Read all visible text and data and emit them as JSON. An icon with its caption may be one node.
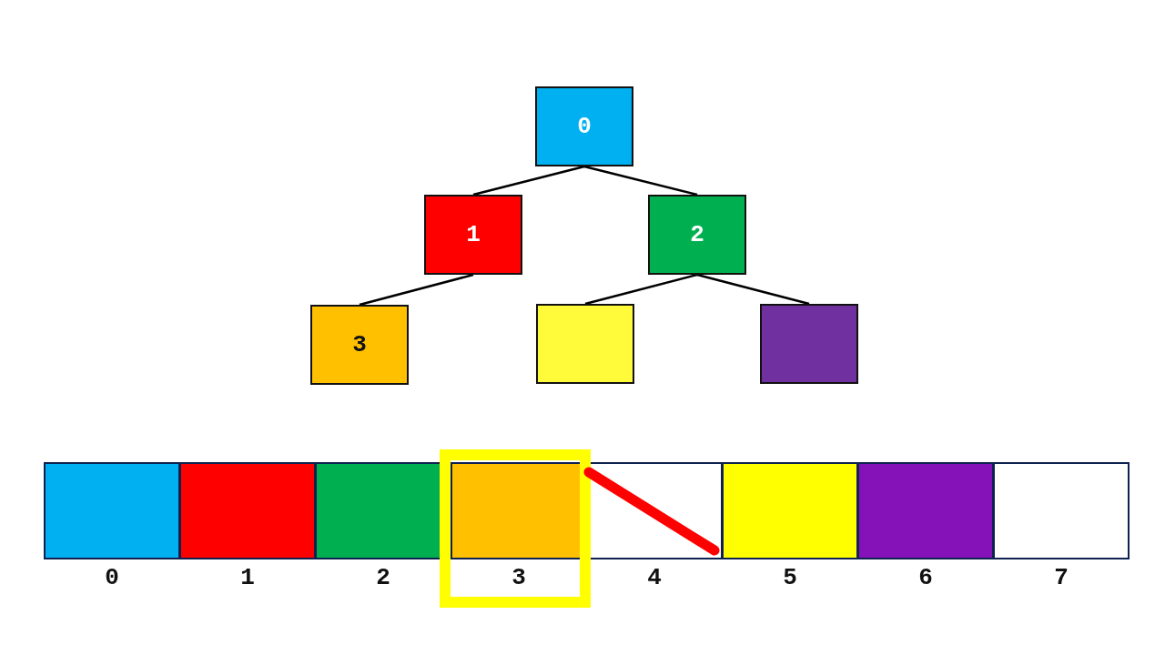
{
  "diagram": {
    "nodes": [
      {
        "text": [
          "0"
        ]
      },
      {
        "text": [
          "1"
        ]
      },
      {
        "text": [
          "2"
        ]
      },
      {
        "text": [
          "3"
        ]
      },
      {
        "text": [],
        "shape": "box"
      },
      {
        "text": [],
        "shape": "box"
      },
      {
        "text": [],
        "shape": "box",
        "beside": [
          "0"
        ]
      },
      {
        "text": [],
        "shape": "box",
        "beside": [
          "1"
        ]
      },
      {
        "text": [],
        "shape": "box",
        "beside": [
          "2"
        ]
      },
      {
        "text": [],
        "shape": "box",
        "beside": [
          "3"
        ]
      },
      {
        "text": [],
        "shape": "box",
        "beside": [
          "4"
        ]
      },
      {
        "text": [],
        "shape": "box",
        "beside": [
          "5"
        ]
      },
      {
        "text": [],
        "shape": "box",
        "beside": [
          "6"
        ]
      },
      {
        "text": [],
        "shape": "box",
        "beside": [
          "7"
        ]
      }
    ],
    "edges": [
      {
        "from": 0,
        "to": 1,
        "arrow": "none"
      },
      {
        "from": 0,
        "to": 2,
        "arrow": "none"
      },
      {
        "from": 1,
        "to": 3,
        "arrow": "none"
      },
      {
        "from": 2,
        "to": 4,
        "arrow": "none"
      },
      {
        "from": 2,
        "to": 5,
        "arrow": "none"
      }
    ]
  }
}
